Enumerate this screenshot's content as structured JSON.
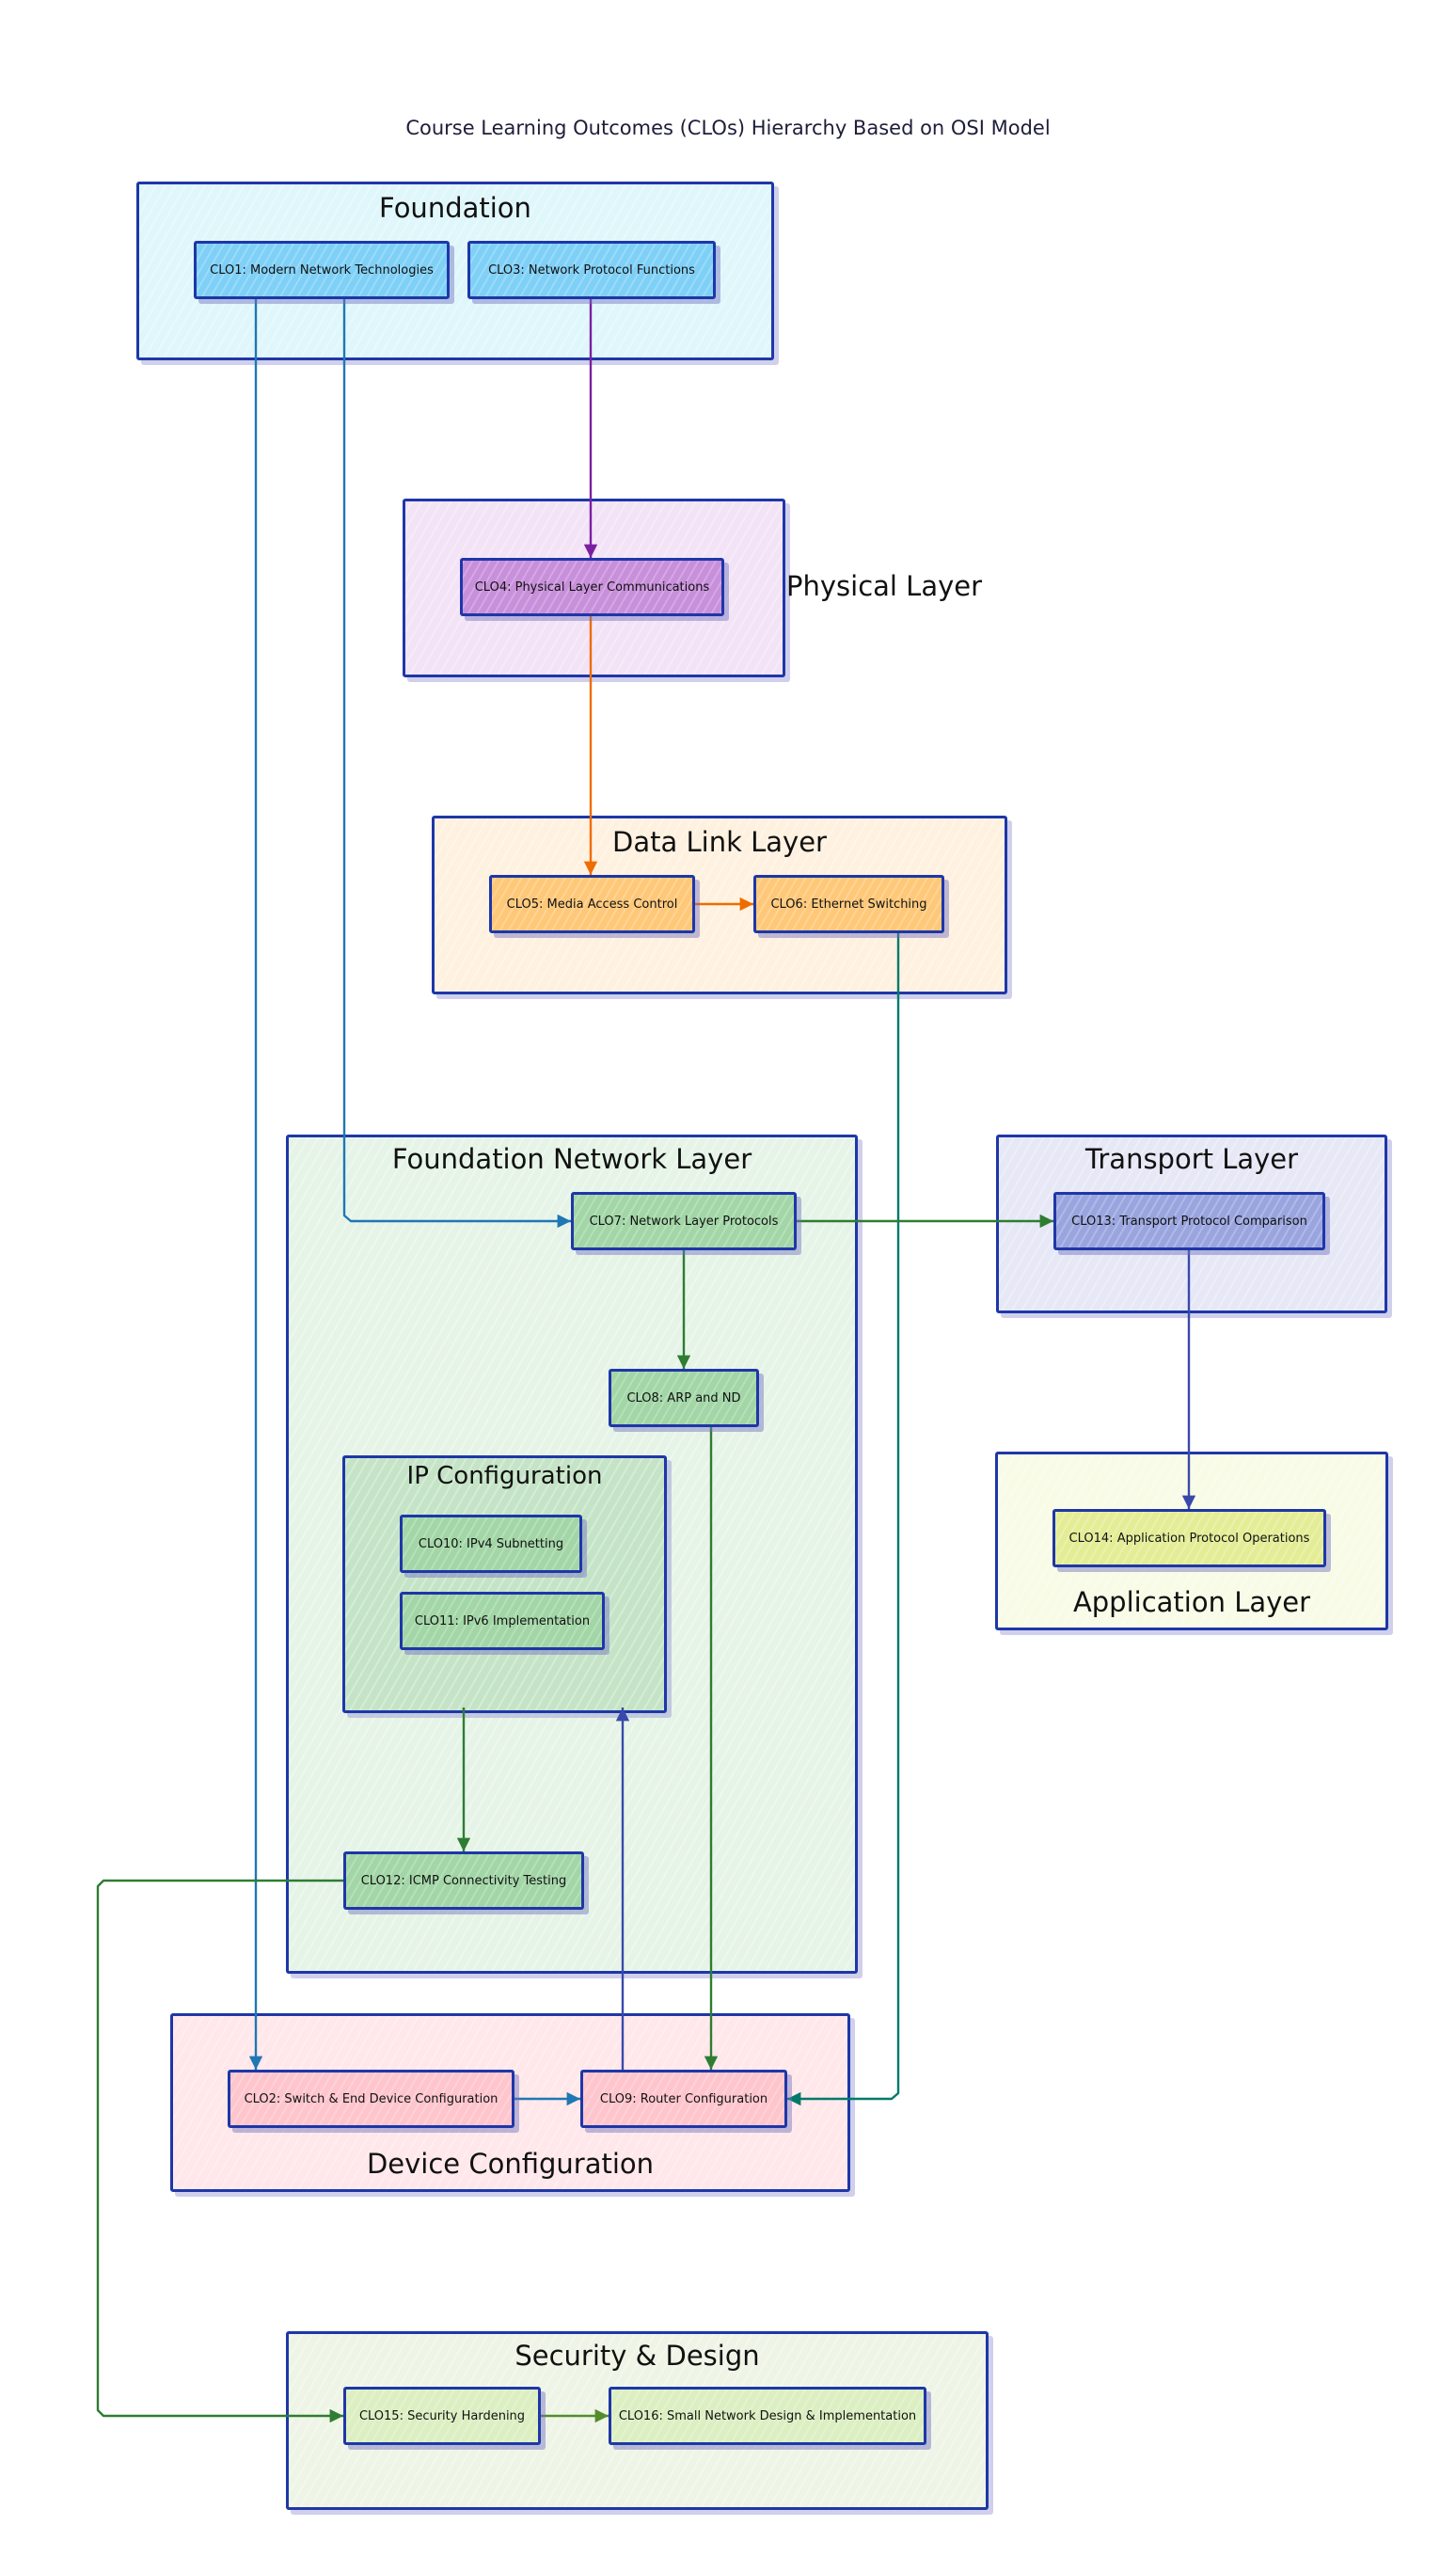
{
  "title": "Course Learning Outcomes (CLOs) Hierarchy Based on OSI Model",
  "colors": {
    "border": "#1e37a8",
    "foundation_fill": "#dff7fb",
    "physical_fill": "#f3e3f6",
    "datalink_fill": "#fff1df",
    "netlayer_fill": "#e6f4e8",
    "ipconfig_fill": "#c5e4c7",
    "transport_fill": "#e6e8f6",
    "application_fill": "#f8fbe6",
    "device_fill": "#ffe7ea",
    "security_fill": "#eef5e6",
    "edge_blue": "#1f77b4",
    "edge_purple": "#7b1fa2",
    "edge_orange": "#ef6c00",
    "edge_green": "#2e7d32",
    "edge_teal": "#00796b",
    "edge_indigo": "#3949ab",
    "edge_olive": "#558b2f"
  },
  "groups": {
    "foundation": "Foundation",
    "physical": "Physical Layer",
    "datalink": "Data Link Layer",
    "netlayer": "Foundation Network Layer",
    "ipconfig": "IP Configuration",
    "transport": "Transport Layer",
    "application": "Application Layer",
    "device": "Device Configuration",
    "security": "Security & Design"
  },
  "nodes": {
    "clo1": "CLO1: Modern Network Technologies",
    "clo2": "CLO2: Switch & End Device Configuration",
    "clo3": "CLO3: Network Protocol Functions",
    "clo4": "CLO4: Physical Layer Communications",
    "clo5": "CLO5: Media Access Control",
    "clo6": "CLO6: Ethernet Switching",
    "clo7": "CLO7: Network Layer Protocols",
    "clo8": "CLO8: ARP and ND",
    "clo9": "CLO9: Router Configuration",
    "clo10": "CLO10: IPv4 Subnetting",
    "clo11": "CLO11: IPv6 Implementation",
    "clo12": "CLO12: ICMP Connectivity Testing",
    "clo13": "CLO13: Transport Protocol Comparison",
    "clo14": "CLO14: Application Protocol Operations",
    "clo15": "CLO15: Security Hardening",
    "clo16": "CLO16: Small Network Design & Implementation"
  },
  "node_colors": {
    "clo1": "#7fd0f7",
    "clo3": "#7fd0f7",
    "clo4": "#c88fdb",
    "clo5": "#ffc878",
    "clo6": "#ffc878",
    "clo7": "#a2d6a6",
    "clo8": "#a2d6a6",
    "clo10": "#a2d6a6",
    "clo11": "#a2d6a6",
    "clo12": "#a2d6a6",
    "clo13": "#9aa5df",
    "clo14": "#e4ed96",
    "clo2": "#ffc5cd",
    "clo9": "#ffc5cd",
    "clo15": "#dcefc2",
    "clo16": "#dcefc2"
  },
  "edges": [
    {
      "from": "clo1",
      "to": "clo2",
      "color": "#1f77b4"
    },
    {
      "from": "clo1",
      "to": "clo7",
      "color": "#1f77b4"
    },
    {
      "from": "clo3",
      "to": "clo4",
      "color": "#7b1fa2"
    },
    {
      "from": "clo4",
      "to": "clo5",
      "color": "#ef6c00"
    },
    {
      "from": "clo5",
      "to": "clo6",
      "color": "#ef6c00"
    },
    {
      "from": "clo6",
      "to": "clo9",
      "color": "#00796b"
    },
    {
      "from": "clo7",
      "to": "clo13",
      "color": "#2e7d32"
    },
    {
      "from": "clo7",
      "to": "clo8",
      "color": "#2e7d32"
    },
    {
      "from": "clo8",
      "to": "clo9",
      "color": "#2e7d32"
    },
    {
      "from": "ipconfig",
      "to": "clo12",
      "color": "#2e7d32"
    },
    {
      "from": "clo9",
      "to": "ipconfig",
      "color": "#3949ab"
    },
    {
      "from": "clo2",
      "to": "clo9",
      "color": "#1f77b4"
    },
    {
      "from": "clo13",
      "to": "clo14",
      "color": "#3949ab"
    },
    {
      "from": "clo12",
      "to": "clo15",
      "color": "#2e7d32"
    },
    {
      "from": "clo15",
      "to": "clo16",
      "color": "#558b2f"
    }
  ]
}
